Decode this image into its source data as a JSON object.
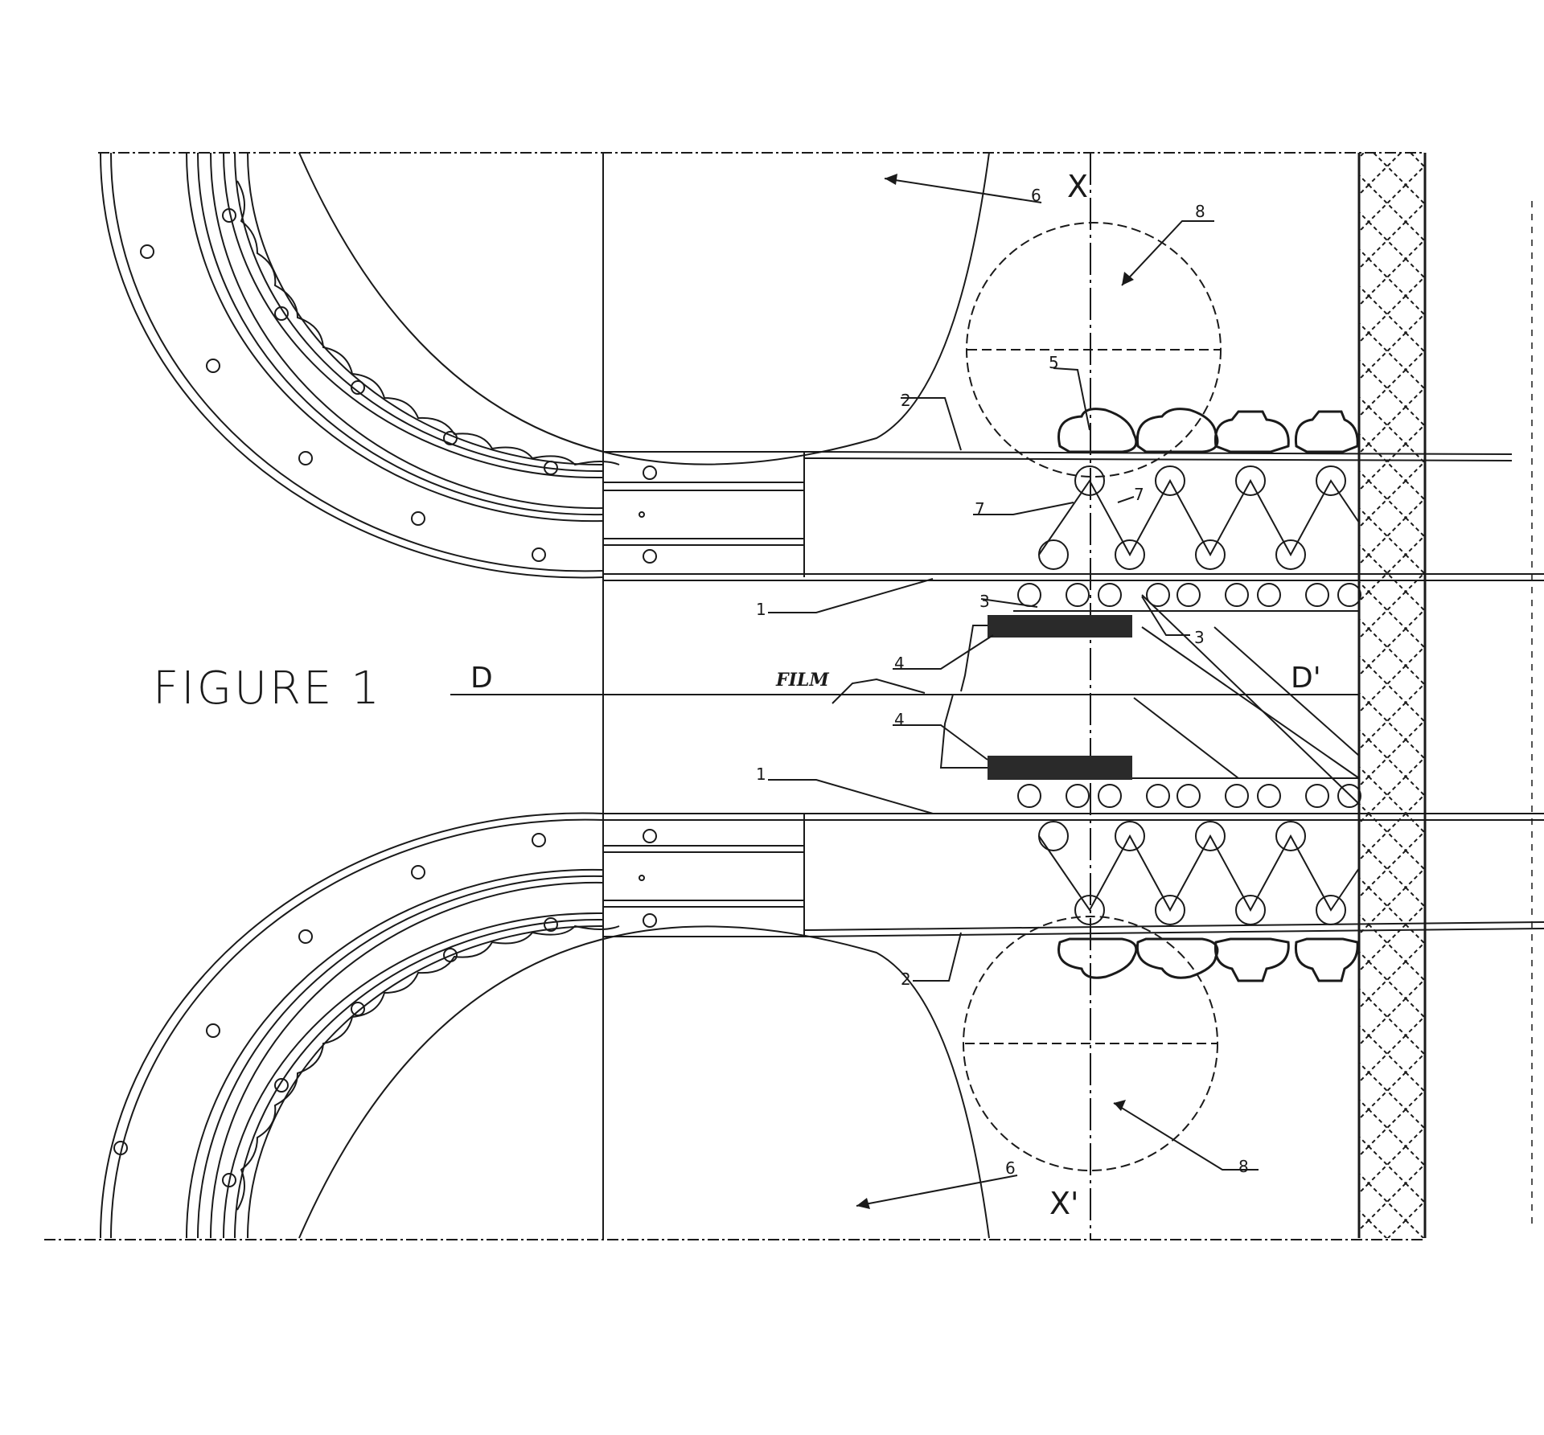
{
  "figure": {
    "title": "FIGURE 1",
    "film_label": "FILM",
    "axis_labels": {
      "d_left": "D",
      "d_right": "D'",
      "x_top": "X",
      "x_bottom": "X'"
    },
    "callouts": [
      "1",
      "1",
      "2",
      "2",
      "3",
      "3",
      "4",
      "4",
      "5",
      "6",
      "6",
      "7",
      "7",
      "8",
      "8"
    ],
    "colors": {
      "ink": "#1a1a1a",
      "heater": "#2a2a2a",
      "background": "#ffffff"
    }
  }
}
